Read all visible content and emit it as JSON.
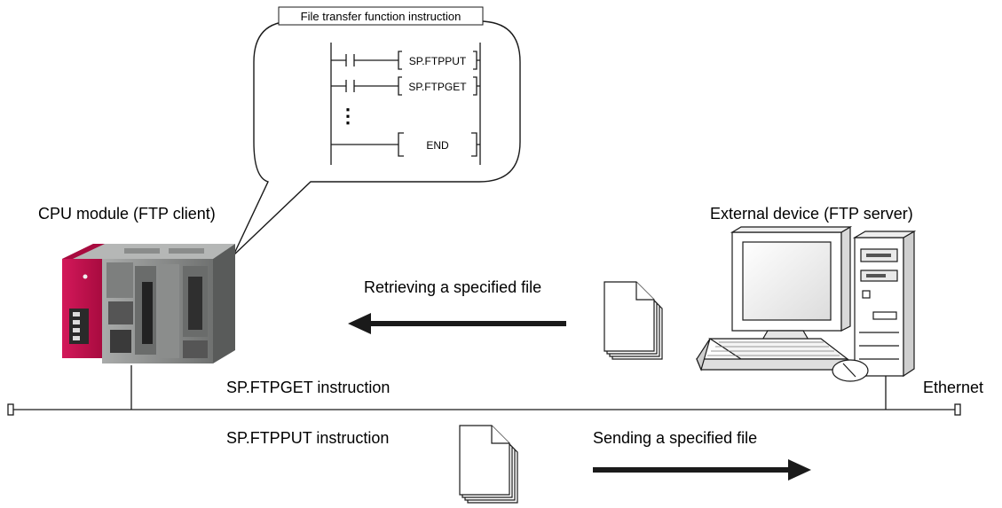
{
  "bubble": {
    "title": "File transfer function instruction",
    "ladder": {
      "rungs": [
        "SP.FTPPUT",
        "SP.FTPGET"
      ],
      "ellipsis": "⋮",
      "end_label": "END"
    }
  },
  "cpu": {
    "label": "CPU module (FTP client)"
  },
  "server": {
    "label": "External device (FTP server)"
  },
  "transfers": {
    "retrieve_label": "Retrieving a specified file",
    "get_label": "SP.FTPGET instruction",
    "put_label": "SP.FTPPUT instruction",
    "send_label": "Sending a specified file"
  },
  "network": {
    "label": "Ethernet"
  },
  "colors": {
    "plc_front": "#c8104e",
    "plc_body": "#8f9190",
    "line": "#1a1a1a"
  }
}
